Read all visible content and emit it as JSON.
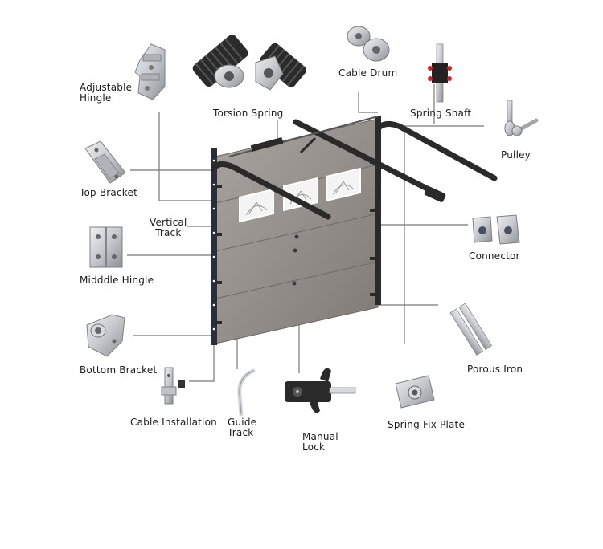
{
  "diagram": {
    "labels": {
      "adjustable_hinge": [
        "Adjustable",
        "Hingle"
      ],
      "torsion_spring": "Torsion Spring",
      "cable_drum": "Cable Drum",
      "spring_shaft": "Spring Shaft",
      "pulley": "Pulley",
      "top_bracket": "Top Bracket",
      "vertical_track": [
        "Vertical",
        "Track"
      ],
      "middle_hinge": "Midddle Hingle",
      "connector": "Connector",
      "bottom_bracket": "Bottom Bracket",
      "porous_iron": "Porous Iron",
      "cable_installation": "Cable Installation",
      "guide_track": [
        "Guide",
        "Track"
      ],
      "manual_lock": [
        "Manual",
        "Lock"
      ],
      "spring_fix_plate": "Spring Fix Plate"
    },
    "colors": {
      "door_panel": "#8f8a85",
      "track": "#2a2a2a",
      "leader_line": "#777777",
      "metal_part": "#c9ccd0",
      "spring": "#222222",
      "red_accent": "#cc2222"
    }
  }
}
